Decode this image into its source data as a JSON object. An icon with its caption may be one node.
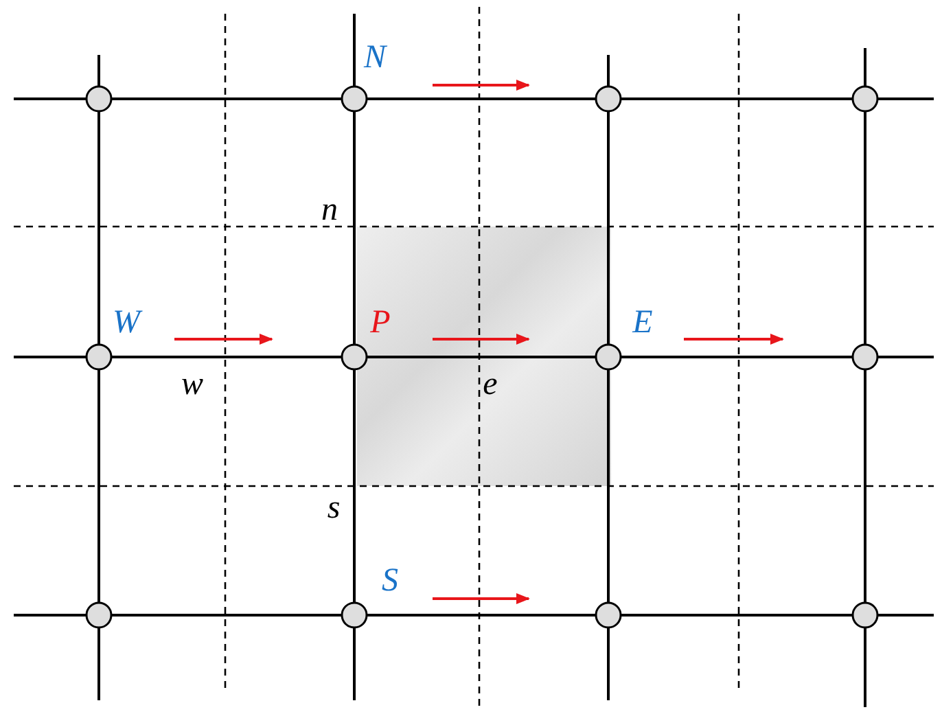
{
  "diagram": {
    "labels": [
      "N",
      "n",
      "W",
      "P",
      "E",
      "w",
      "e",
      "s",
      "S"
    ]
  }
}
